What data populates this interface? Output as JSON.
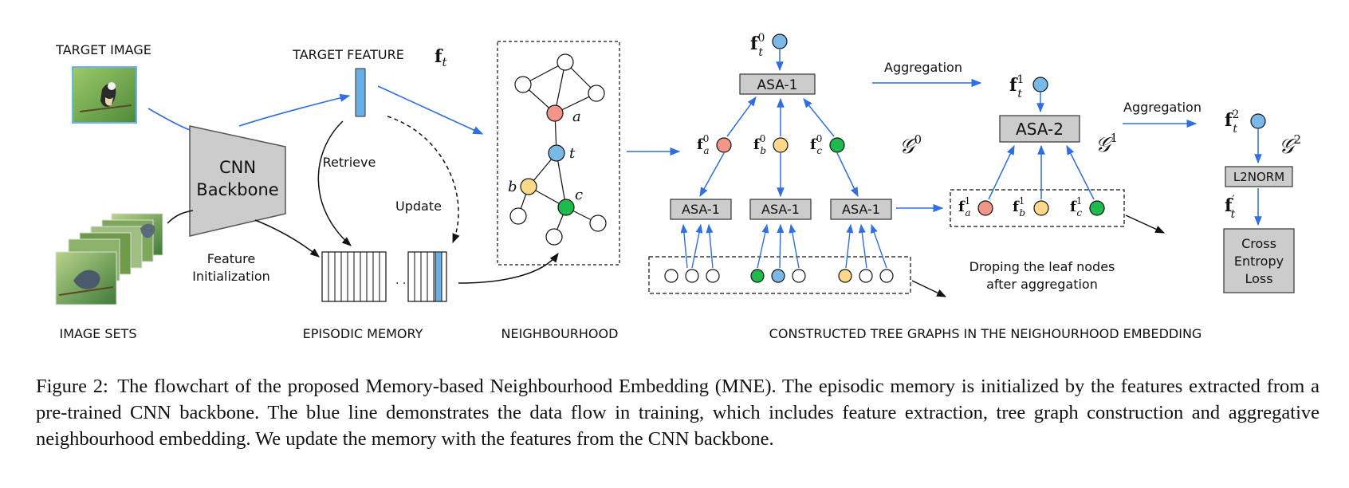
{
  "labels": {
    "target_image": "TARGET IMAGE",
    "target_feature": "TARGET FEATURE",
    "cnn_line1": "CNN",
    "cnn_line2": "Backbone",
    "retrieve": "Retrieve",
    "update": "Update",
    "feature_init_line1": "Feature",
    "feature_init_line2": "Initialization",
    "image_sets": "IMAGE SETS",
    "episodic_memory": "EPISODIC MEMORY",
    "neighbourhood": "NEIGHBOURHOOD",
    "constructed": "CONSTRUCTED TREE GRAPHS IN THE NEIGHOURHOOD EMBEDDING",
    "aggregation_1": "Aggregation",
    "aggregation_2": "Aggregation",
    "droping_line1": "Droping the leaf nodes",
    "droping_line2": "after aggregation",
    "l2norm": "L2NORM",
    "loss_line1": "Cross",
    "loss_line2": "Entropy",
    "loss_line3": "Loss",
    "ellipsis": ". . ."
  },
  "blocks": {
    "asa_top": "ASA-1",
    "asa_leaf_a": "ASA-1",
    "asa_leaf_b": "ASA-1",
    "asa_leaf_c": "ASA-1",
    "asa2": "ASA-2"
  },
  "math": {
    "f_t": "f",
    "f_t_sub": "t",
    "f_t0": "f",
    "f_t0_sup": "0",
    "f_t0_sub": "t",
    "f_a0_sup": "0",
    "f_a0_sub": "a",
    "f_b0_sup": "0",
    "f_b0_sub": "b",
    "f_c0_sup": "0",
    "f_c0_sub": "c",
    "G0": "𝒢",
    "G0_sup": "0",
    "f_t1_sup": "1",
    "f_a1_sup": "1",
    "f_a1_sub": "a",
    "f_b1_sup": "1",
    "f_b1_sub": "b",
    "f_c1_sup": "1",
    "f_c1_sub": "c",
    "G1_sup": "1",
    "f_t2_sup": "2",
    "G2_sup": "2",
    "f_tprime_sup": "′",
    "node_a": "a",
    "node_t": "t",
    "node_b": "b",
    "node_c": "c"
  },
  "colors": {
    "blue_node": "#7ab8e8",
    "red_node": "#f2968a",
    "yellow_node": "#fcd98a",
    "green_node": "#1dbb4d",
    "box_gray": "#cccccc",
    "arrow_blue": "#2f6fe0",
    "feature_bar": "#6aaee6"
  },
  "caption": {
    "label": "Figure 2:",
    "text": "The flowchart of the proposed Memory-based Neighbourhood Embedding (MNE). The episodic memory is initialized by the features extracted from a pre-trained CNN backbone. The blue line demonstrates the data flow in training, which includes feature extraction, tree graph construction and aggregative neighbourhood embedding. We update the memory with the features from the CNN backbone."
  }
}
